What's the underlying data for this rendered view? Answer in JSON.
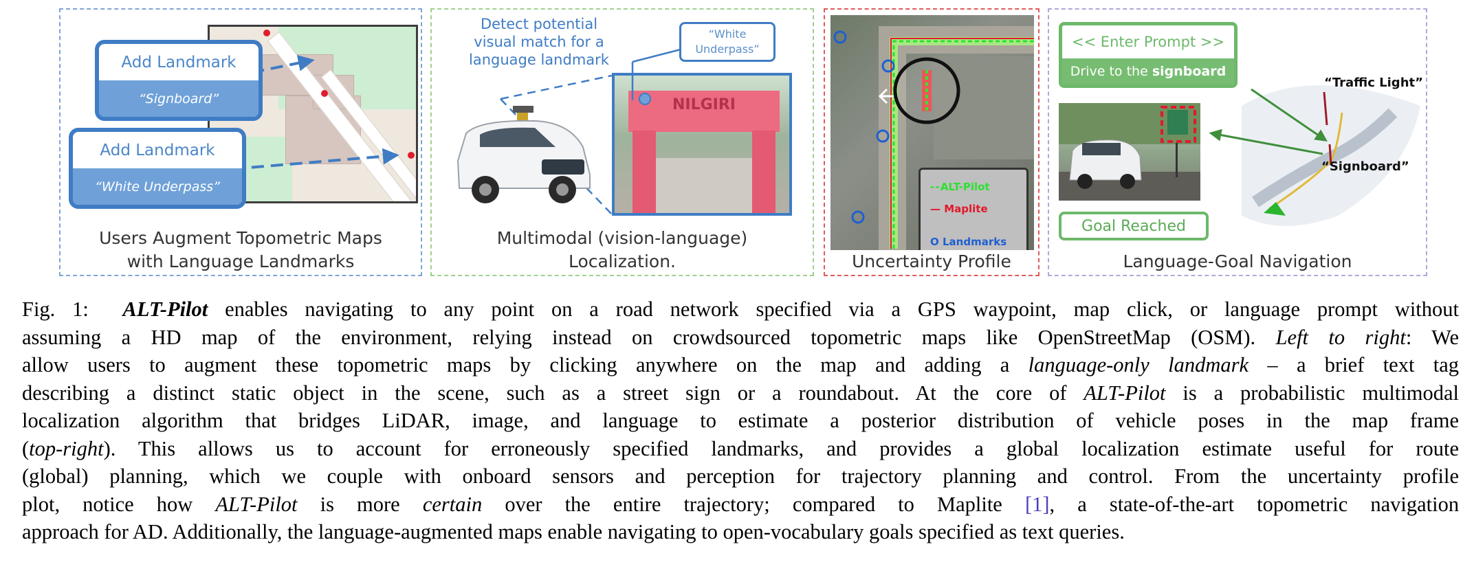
{
  "panel1": {
    "card1": {
      "title": "Add Landmark",
      "value": "“Signboard”"
    },
    "card2": {
      "title": "Add Landmark",
      "value": "“White Underpass”"
    },
    "caption_line1": "Users Augment Topometric Maps",
    "caption_line2": "with Language Landmarks"
  },
  "panel2": {
    "detect_line1": "Detect potential",
    "detect_line2": "visual match for a",
    "detect_line3": "language landmark",
    "bubble_line1": "“White",
    "bubble_line2": "Underpass”",
    "gate_sign": "NILGIRI",
    "caption_line1": "Multimodal (vision-language)",
    "caption_line2": "Localization."
  },
  "panel3": {
    "legend": {
      "alt": "ALT-Pilot",
      "maplite": "Maplite",
      "landmarks": "Landmarks"
    },
    "caption": "Uncertainty Profile"
  },
  "panel4": {
    "prompt_label": "<< Enter Prompt >>",
    "prompt_text_prefix": "Drive to the ",
    "prompt_text_bold": "signboard",
    "goal_label": "Goal Reached",
    "traffic_light": "“Traffic Light”",
    "signboard": "“Signboard”",
    "caption": "Language-Goal Navigation"
  },
  "colors": {
    "blue": "#3f7cc4",
    "green": "#6db86a",
    "red": "#dd5b5b",
    "purple": "#b3a6da",
    "cite": "#4b3fbf"
  },
  "figure_caption": {
    "label": "Fig. 1:",
    "name": "ALT-Pilot",
    "l1": "enables navigating to any point on a road network specified via a GPS waypoint, map click, or language prompt without",
    "l2a": "assuming a HD map of the environment, relying instead on crowdsourced topometric maps like OpenStreetMap (OSM).",
    "l2b": "Left to right",
    "l2c": ": We",
    "l3a": "allow users to augment these topometric maps by clicking anywhere on the map and adding a",
    "l3b": "language-only landmark",
    "l3c": "– a brief text tag",
    "l4a": "describing a distinct static object in the scene, such as a street sign or a roundabout. At the core of",
    "l4b": "ALT-Pilot",
    "l4c": "is a probabilistic multimodal",
    "l5": "localization algorithm that bridges LiDAR, image, and language to estimate a posterior distribution of vehicle poses in the map frame",
    "l6a": "(",
    "l6b": "top-right",
    "l6c": "). This allows us to account for erroneously specified landmarks, and provides a global localization estimate useful for route",
    "l7": "(global) planning, which we couple with onboard sensors and perception for trajectory planning and control. From the uncertainty profile",
    "l8a": "plot, notice how",
    "l8b": "ALT-Pilot",
    "l8c": "is more",
    "l8d": "certain",
    "l8e": "over the entire trajectory; compared to Maplite",
    "l8f": "[1]",
    "l8g": ", a state-of-the-art topometric navigation",
    "l9": "approach for AD. Additionally, the language-augmented maps enable navigating to open-vocabulary goals specified as text queries."
  }
}
